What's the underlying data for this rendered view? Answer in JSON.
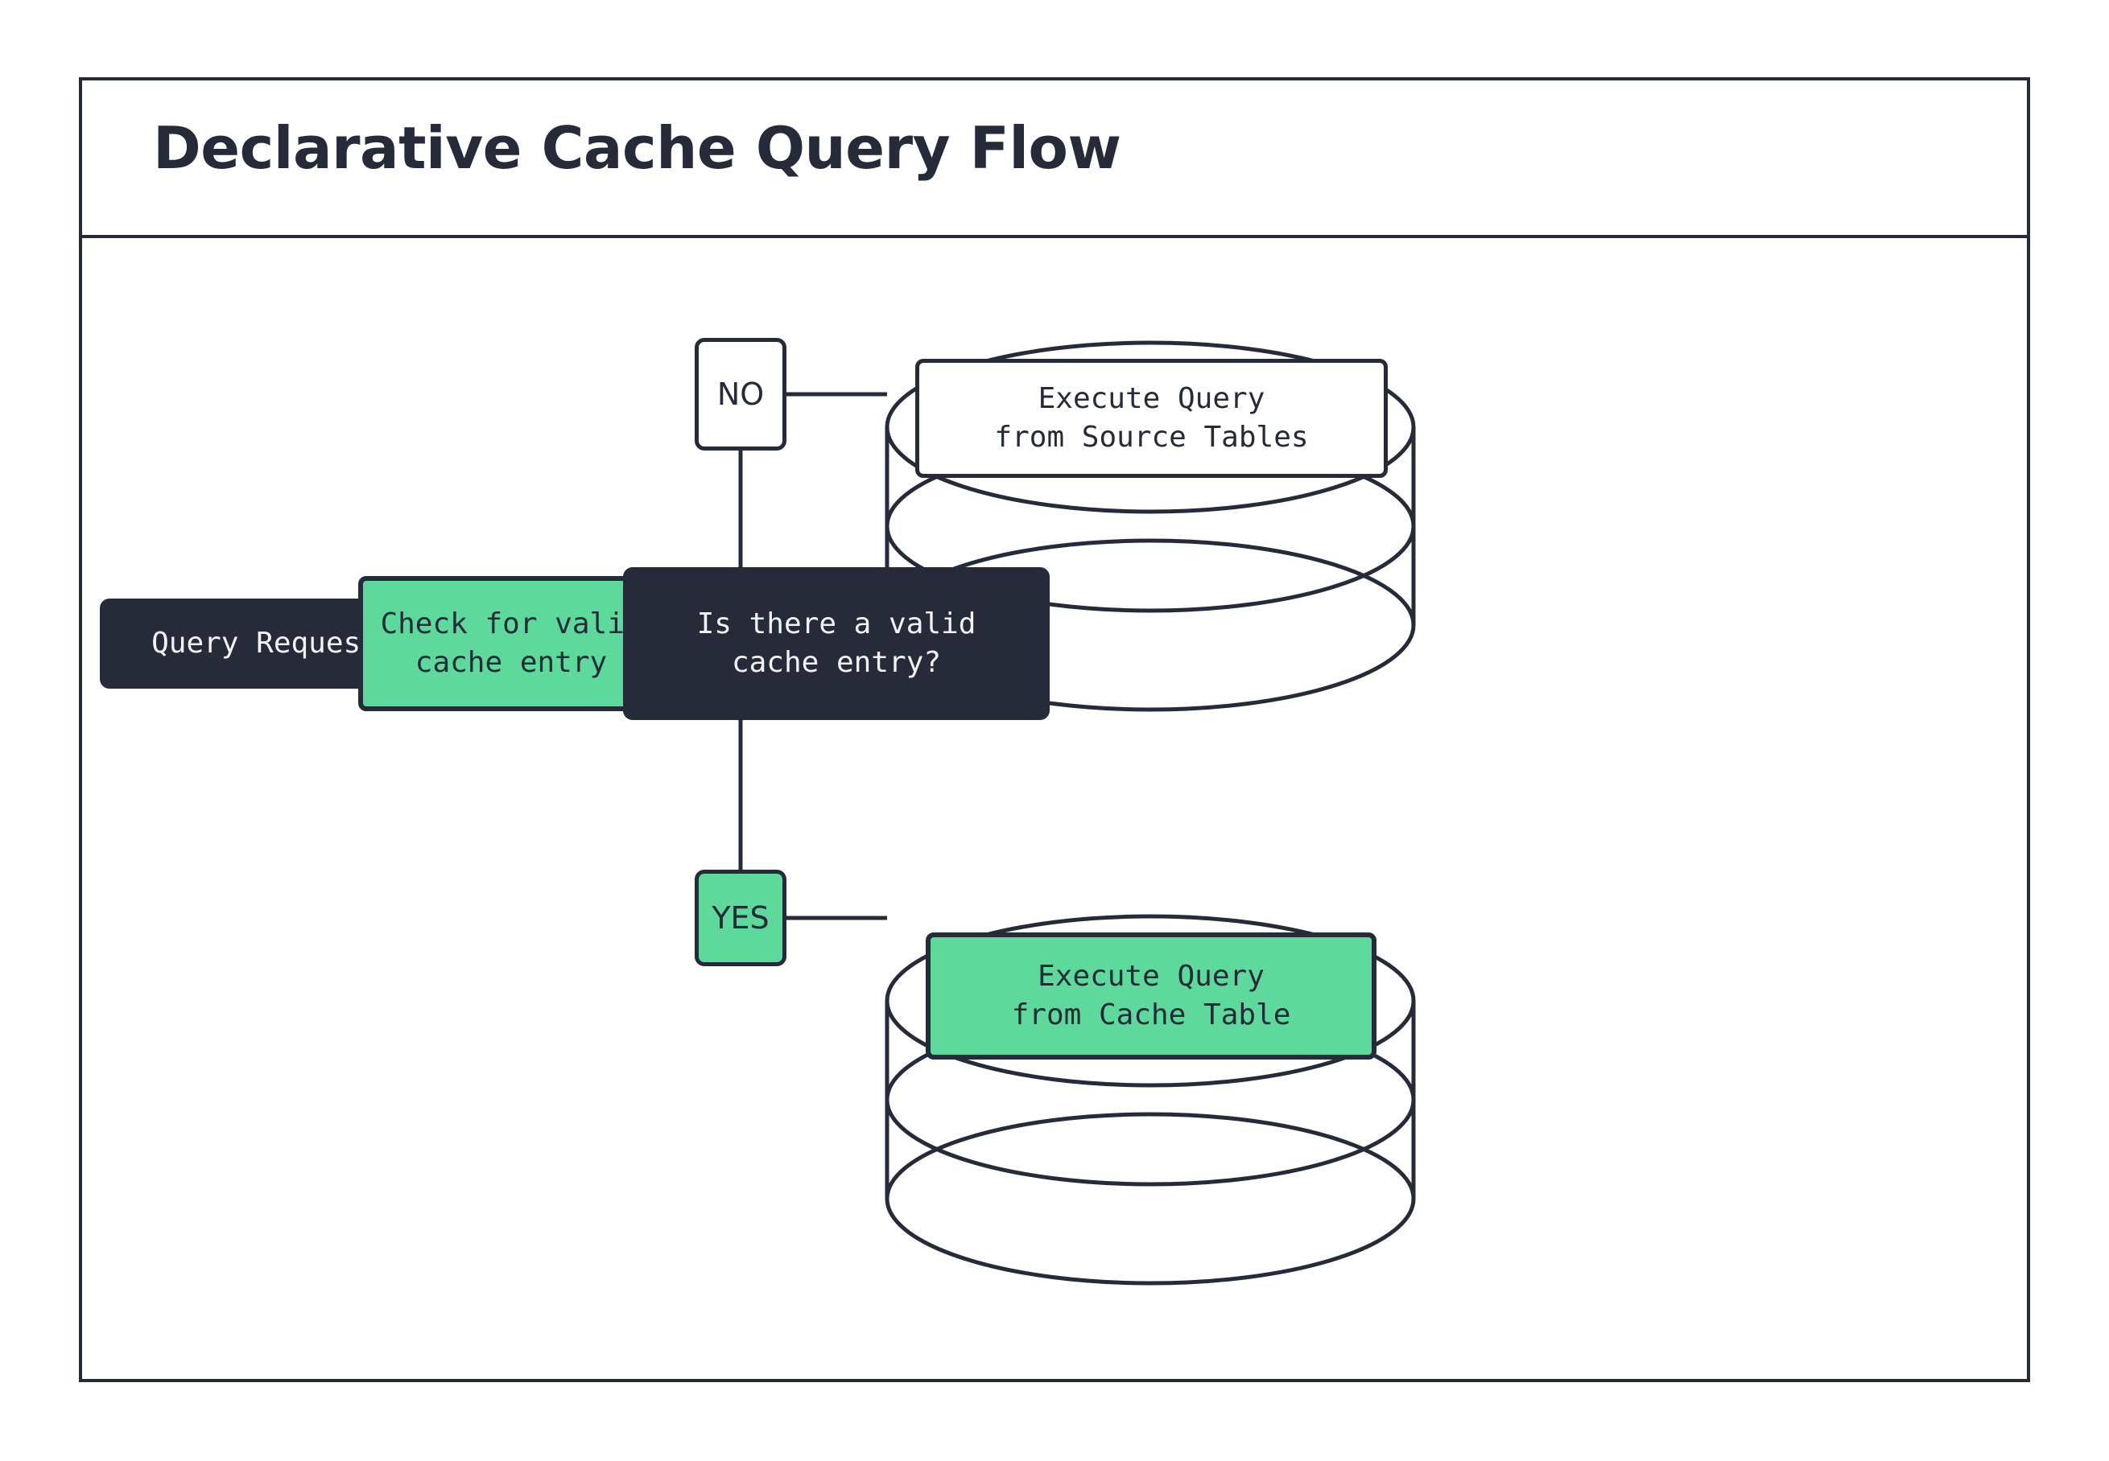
{
  "diagram": {
    "title": "Declarative Cache Query Flow",
    "colors": {
      "ink": "#262B3A",
      "accent_green": "#5CD99B",
      "surface": "#FFFFFF",
      "on_dark": "#F2F2F2"
    },
    "nodes": [
      {
        "id": "query-request",
        "label": "Query Request",
        "style": "dark",
        "shape": "rounded-rect"
      },
      {
        "id": "check-cache",
        "label": "Check for valid\ncache entry",
        "style": "green",
        "shape": "rounded-rect"
      },
      {
        "id": "decision",
        "label": "Is there a valid\ncache entry?",
        "style": "dark",
        "shape": "rounded-rect"
      },
      {
        "id": "exec-source",
        "label": "Execute Query\nfrom Source Tables",
        "style": "white",
        "shape": "rounded-rect",
        "container": "database-cylinder"
      },
      {
        "id": "exec-cache",
        "label": "Execute Query\nfrom Cache Table",
        "style": "green",
        "shape": "rounded-rect",
        "container": "database-cylinder"
      }
    ],
    "edge_labels": [
      {
        "id": "no",
        "label": "NO",
        "style": "white"
      },
      {
        "id": "yes",
        "label": "YES",
        "style": "green"
      }
    ],
    "containers": [
      {
        "id": "source-tables-db",
        "shape": "cylinder",
        "discs": 3
      },
      {
        "id": "cache-table-db",
        "shape": "cylinder",
        "discs": 3
      }
    ],
    "edges": [
      {
        "from": "query-request",
        "to": "check-cache"
      },
      {
        "from": "check-cache",
        "to": "decision"
      },
      {
        "from": "decision",
        "to": "no",
        "direction": "up"
      },
      {
        "from": "no",
        "to": "source-tables-db"
      },
      {
        "from": "decision",
        "to": "yes",
        "direction": "down"
      },
      {
        "from": "yes",
        "to": "cache-table-db"
      }
    ]
  }
}
